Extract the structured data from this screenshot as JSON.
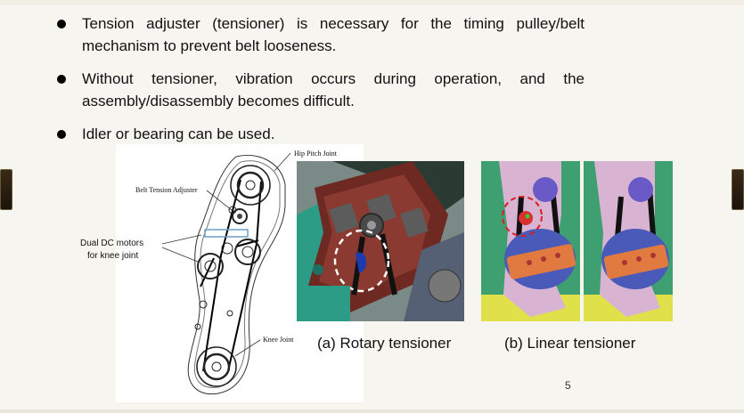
{
  "bullets": [
    "Tension adjuster (tensioner) is necessary for the timing pulley/belt mechanism to prevent belt looseness.",
    "Without tensioner, vibration occurs during operation, and the assembly/disassembly becomes difficult.",
    "Idler or bearing can be used."
  ],
  "diagram": {
    "label_hip": "Hip Pitch Joint",
    "label_tension": "Belt Tension Adjuster",
    "label_motors_1": "Dual DC motors",
    "label_motors_2": "for knee joint",
    "label_knee": "Knee Joint"
  },
  "captions": {
    "rotary": "(a) Rotary tensioner",
    "linear": "(b) Linear tensioner"
  },
  "page_number": "5"
}
